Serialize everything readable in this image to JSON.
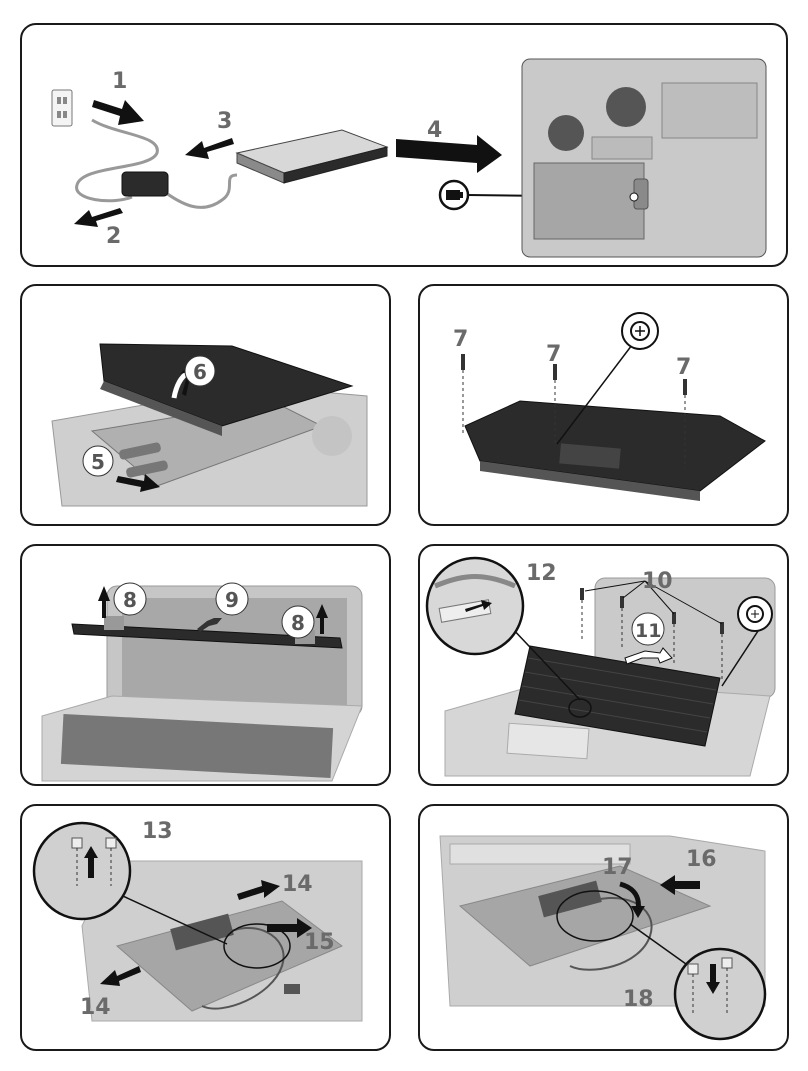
{
  "steps": {
    "s1": "1",
    "s2": "2",
    "s3": "3",
    "s4": "4",
    "s5": "5",
    "s6": "6",
    "s7a": "7",
    "s7b": "7",
    "s7c": "7",
    "s8a": "8",
    "s8b": "8",
    "s9": "9",
    "s10": "10",
    "s11": "11",
    "s12": "12",
    "s13": "13",
    "s14a": "14",
    "s14b": "14",
    "s15": "15",
    "s16": "16",
    "s17": "17",
    "s18": "18"
  },
  "icons": [
    "power-outlet-icon",
    "battery-icon",
    "screw-rotate-icon",
    "screw-rotate-icon-2"
  ],
  "colors": {
    "border": "#1a1a1a",
    "arrow": "#111111",
    "device_dark": "#2b2b2b",
    "device_light": "#bdbdbd",
    "number": "#6a6a6a"
  }
}
